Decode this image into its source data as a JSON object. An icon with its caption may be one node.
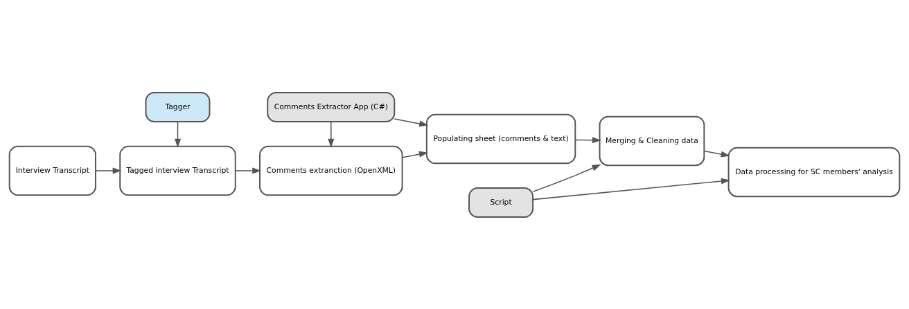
{
  "diagram": {
    "nodes": [
      {
        "text": [
          "Interview Transcript"
        ]
      },
      {
        "text": [
          "Tagger"
        ]
      },
      {
        "text": [
          "Tagged interview Transcript"
        ]
      },
      {
        "text": [
          "Comments extranction (OpenXML)"
        ]
      },
      {
        "text": [
          "Populating sheet (comments & text)"
        ]
      },
      {
        "text": [
          "Script"
        ]
      },
      {
        "text": [
          "Merging & Cleaning data"
        ]
      },
      {
        "text": [
          "Data processing for SC members' analysis"
        ]
      },
      {
        "text": [
          "Comments Extractor App (C#)"
        ]
      }
    ],
    "edges": [
      {
        "from": 0,
        "to": 2,
        "arrow": "to"
      },
      {
        "from": 1,
        "to": 2,
        "arrow": "to"
      },
      {
        "from": 2,
        "to": 3,
        "arrow": "to"
      },
      {
        "from": 3,
        "to": 4,
        "arrow": "to"
      },
      {
        "from": 4,
        "to": 6,
        "arrow": "to"
      },
      {
        "from": 5,
        "to": 6,
        "arrow": "to"
      },
      {
        "from": 5,
        "to": 7,
        "arrow": "to"
      },
      {
        "from": 6,
        "to": 7,
        "arrow": "to"
      },
      {
        "from": 8,
        "to": 3,
        "arrow": "to"
      },
      {
        "from": 8,
        "to": 4,
        "arrow": "to"
      }
    ]
  }
}
